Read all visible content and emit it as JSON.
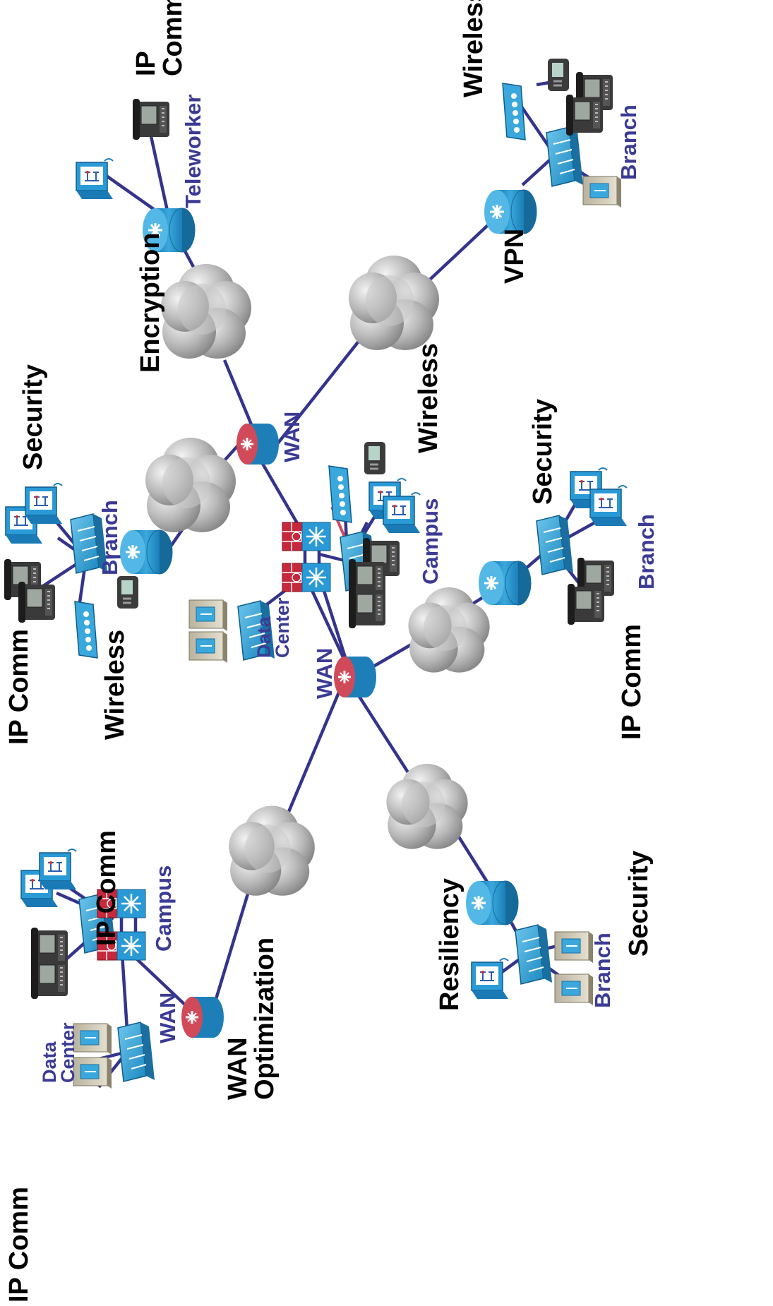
{
  "labels": {
    "ip_comm_top": "IP\nComm",
    "teleworker": "Teleworker",
    "encryption": "Encryption",
    "wireless_top_right": "Wireless",
    "branch_top_right": "Branch",
    "vpn": "VPN",
    "security_top_left": "Security",
    "branch_top_left": "Branch",
    "ip_comm_top_left": "IP Comm",
    "wireless_left": "Wireless",
    "wan_center_top": "WAN",
    "wireless_center": "Wireless",
    "campus_center": "Campus",
    "data_center_center": "Data\nCenter",
    "wan_center": "WAN",
    "security_right": "Security",
    "branch_right": "Branch",
    "ip_comm_right": "IP Comm",
    "ip_comm_bottom_left": "IP Comm",
    "campus_bottom_left": "Campus",
    "ip_comm_overlap": "IP Comm",
    "wan_bottom_left": "WAN",
    "wan_optimization": "WAN\nOptimization",
    "data_center_bottom_left": "Data\nCenter",
    "resiliency": "Resiliency",
    "branch_bottom_right": "Branch",
    "security_bottom_right": "Security"
  },
  "colors": {
    "link": "#34348c",
    "label_black": "#000000",
    "label_blue": "#3b3b95",
    "router_blue": "#1c8fc9",
    "wan_router_red": "#d04a5a",
    "firewall_red": "#c8283c",
    "cloud_gray": "#9a9a9a"
  },
  "icons": [
    "cloud-icon",
    "router-icon",
    "switch-icon",
    "firewall-icon",
    "ip-phone-icon",
    "pc-icon",
    "server-icon",
    "access-point-icon",
    "pda-icon"
  ]
}
